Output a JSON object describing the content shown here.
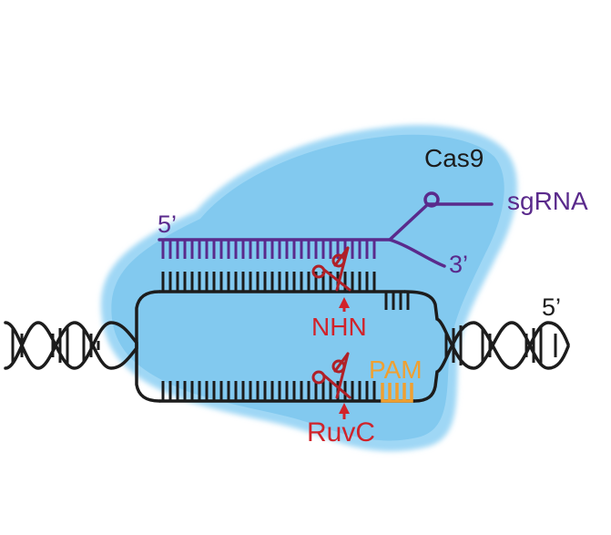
{
  "labels": {
    "protein": "Cas9",
    "guide": "sgRNA",
    "guide_5prime": "5’",
    "guide_3prime": "3’",
    "dna_5prime": "5’",
    "nhn": "NHN",
    "ruvc": "RuvC",
    "pam": "PAM"
  },
  "colors": {
    "cas9_fill": "#8ed0f3",
    "cas9_edge": "#cfeaf9",
    "sgrna": "#5a2a8c",
    "dna": "#1c1c1c",
    "nuclease": "#d1232a",
    "pam": "#f0a030"
  },
  "icons": [
    "scissors-icon",
    "cut-site-triangle-icon"
  ]
}
